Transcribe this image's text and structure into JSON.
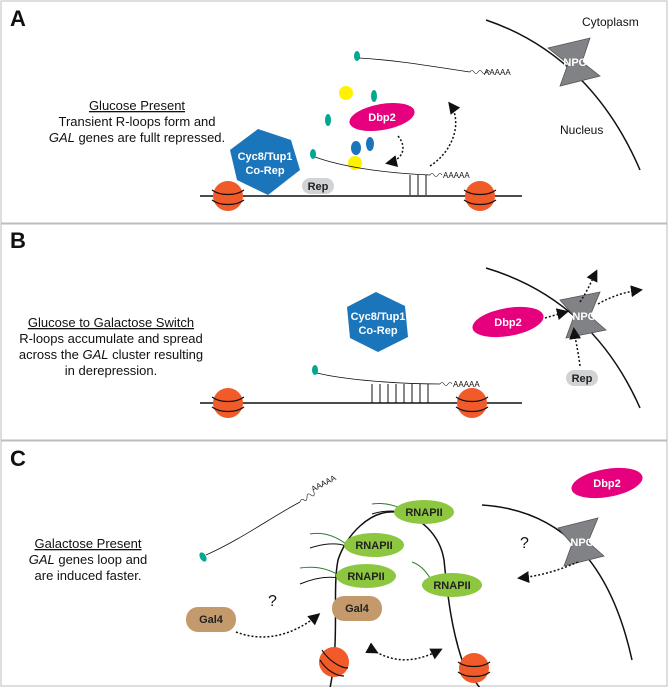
{
  "panels": {
    "a": {
      "letter": "A",
      "caption_title": "Glucose Present",
      "caption_line2": "Transient R-loops form and",
      "caption_line3_italic": "GAL",
      "caption_line3_rest": " genes are fullt repressed.",
      "cytoplasm": "Cytoplasm",
      "nucleus": "Nucleus",
      "npc": "NPC",
      "dbp2": "Dbp2",
      "corep_line1": "Cyc8/Tup1",
      "corep_line2": "Co-Rep",
      "rep": "Rep",
      "polya": "AAAAA"
    },
    "b": {
      "letter": "B",
      "caption_title": "Glucose to Galactose Switch",
      "caption_line2": "R-loops accumulate and spread",
      "caption_line3_pre": "across the ",
      "caption_line3_italic": "GAL",
      "caption_line3_rest": " cluster resulting",
      "caption_line4": "in derepression.",
      "npc": "NPC",
      "dbp2": "Dbp2",
      "corep_line1": "Cyc8/Tup1",
      "corep_line2": "Co-Rep",
      "rep": "Rep",
      "polya": "AAAAA"
    },
    "c": {
      "letter": "C",
      "caption_title": "Galactose Present",
      "caption_line2_italic": "GAL",
      "caption_line2_rest": " genes loop and",
      "caption_line3": "are induced faster.",
      "npc": "NPC",
      "dbp2": "Dbp2",
      "rnapii": "RNAPII",
      "gal4": "Gal4",
      "question": "?",
      "polya": "AAAAA"
    }
  },
  "colors": {
    "blue_corep": "#1b75bb",
    "magenta_dbp2": "#e6007e",
    "gray_npc": "#808285",
    "nucleosome": "#f15a29",
    "green_rnapii": "#8dc63f",
    "tan_gal4": "#c49a6c",
    "teal_rna_cap": "#00a88f",
    "yellow": "#fff200",
    "rep_gray": "#d1d3d4"
  }
}
